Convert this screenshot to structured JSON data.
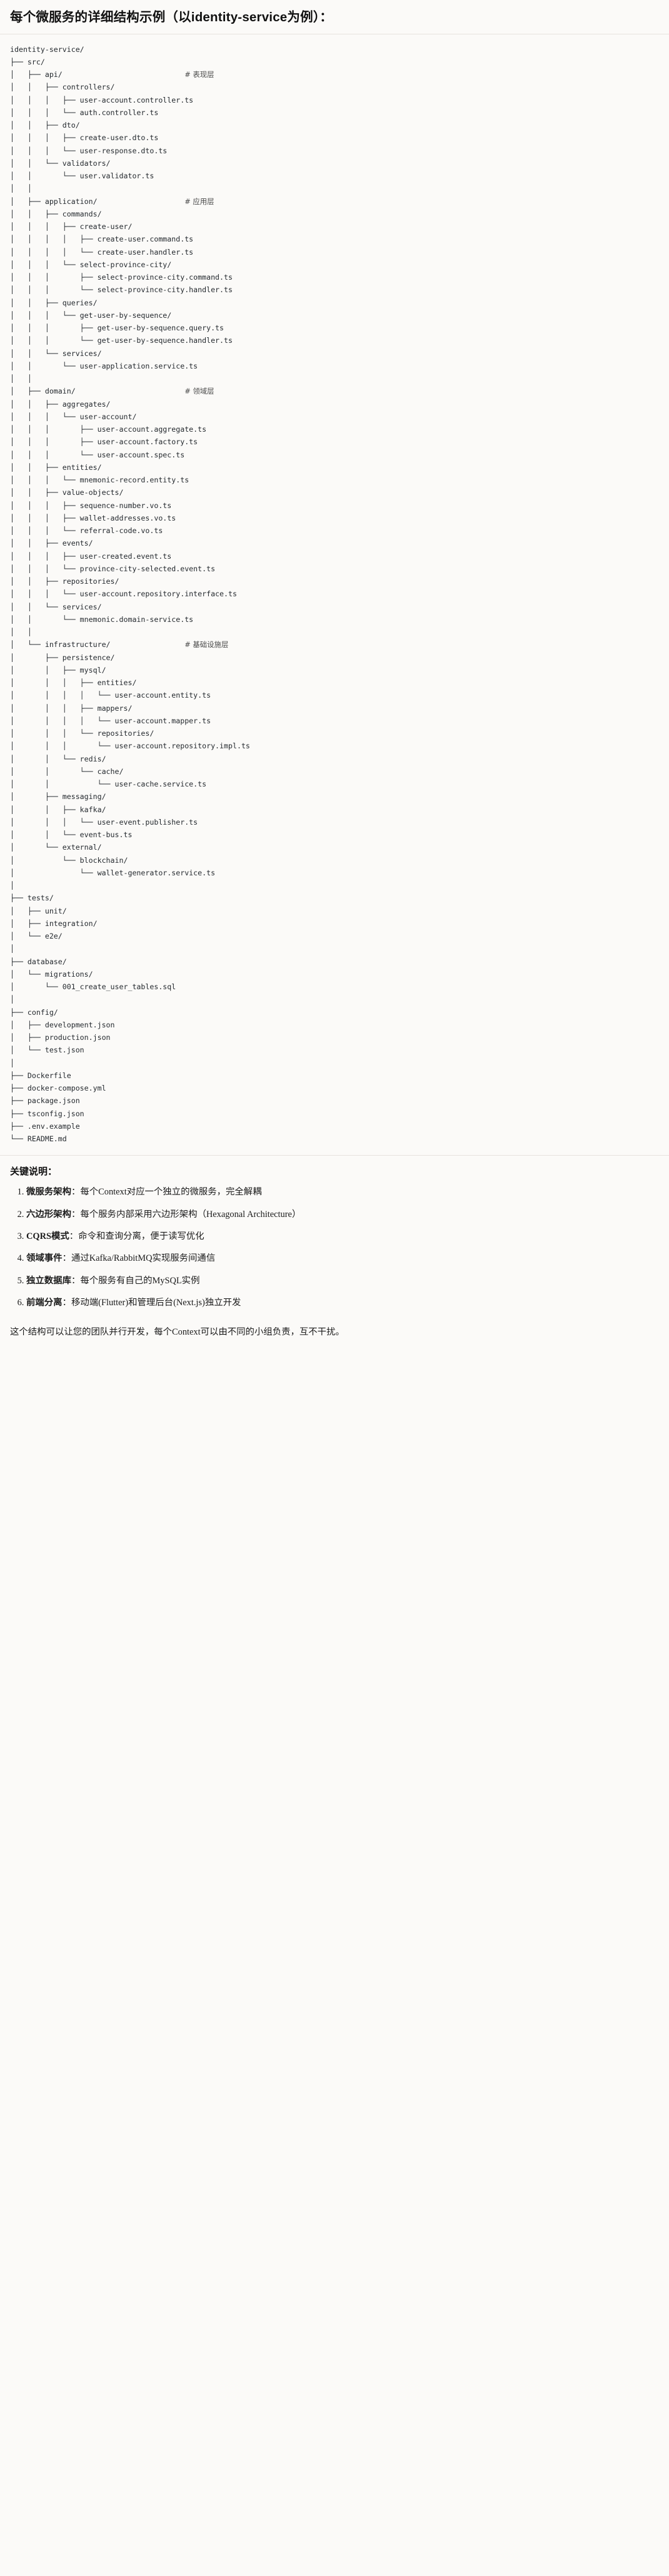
{
  "heading": {
    "text": "每个微服务的详细结构示例（以identity-service为例）："
  },
  "tree": {
    "root": "identity-service/",
    "lines": [
      {
        "text": "identity-service/",
        "comment": ""
      },
      {
        "text": "├── src/",
        "comment": ""
      },
      {
        "text": "│   ├── api/",
        "comment": "# 表现层"
      },
      {
        "text": "│   │   ├── controllers/",
        "comment": ""
      },
      {
        "text": "│   │   │   ├── user-account.controller.ts",
        "comment": ""
      },
      {
        "text": "│   │   │   └── auth.controller.ts",
        "comment": ""
      },
      {
        "text": "│   │   ├── dto/",
        "comment": ""
      },
      {
        "text": "│   │   │   ├── create-user.dto.ts",
        "comment": ""
      },
      {
        "text": "│   │   │   └── user-response.dto.ts",
        "comment": ""
      },
      {
        "text": "│   │   └── validators/",
        "comment": ""
      },
      {
        "text": "│   │       └── user.validator.ts",
        "comment": ""
      },
      {
        "text": "│   │",
        "comment": ""
      },
      {
        "text": "│   ├── application/",
        "comment": "# 应用层"
      },
      {
        "text": "│   │   ├── commands/",
        "comment": ""
      },
      {
        "text": "│   │   │   ├── create-user/",
        "comment": ""
      },
      {
        "text": "│   │   │   │   ├── create-user.command.ts",
        "comment": ""
      },
      {
        "text": "│   │   │   │   └── create-user.handler.ts",
        "comment": ""
      },
      {
        "text": "│   │   │   └── select-province-city/",
        "comment": ""
      },
      {
        "text": "│   │   │       ├── select-province-city.command.ts",
        "comment": ""
      },
      {
        "text": "│   │   │       └── select-province-city.handler.ts",
        "comment": ""
      },
      {
        "text": "│   │   ├── queries/",
        "comment": ""
      },
      {
        "text": "│   │   │   └── get-user-by-sequence/",
        "comment": ""
      },
      {
        "text": "│   │   │       ├── get-user-by-sequence.query.ts",
        "comment": ""
      },
      {
        "text": "│   │   │       └── get-user-by-sequence.handler.ts",
        "comment": ""
      },
      {
        "text": "│   │   └── services/",
        "comment": ""
      },
      {
        "text": "│   │       └── user-application.service.ts",
        "comment": ""
      },
      {
        "text": "│   │",
        "comment": ""
      },
      {
        "text": "│   ├── domain/",
        "comment": "# 领域层"
      },
      {
        "text": "│   │   ├── aggregates/",
        "comment": ""
      },
      {
        "text": "│   │   │   └── user-account/",
        "comment": ""
      },
      {
        "text": "│   │   │       ├── user-account.aggregate.ts",
        "comment": ""
      },
      {
        "text": "│   │   │       ├── user-account.factory.ts",
        "comment": ""
      },
      {
        "text": "│   │   │       └── user-account.spec.ts",
        "comment": ""
      },
      {
        "text": "│   │   ├── entities/",
        "comment": ""
      },
      {
        "text": "│   │   │   └── mnemonic-record.entity.ts",
        "comment": ""
      },
      {
        "text": "│   │   ├── value-objects/",
        "comment": ""
      },
      {
        "text": "│   │   │   ├── sequence-number.vo.ts",
        "comment": ""
      },
      {
        "text": "│   │   │   ├── wallet-addresses.vo.ts",
        "comment": ""
      },
      {
        "text": "│   │   │   └── referral-code.vo.ts",
        "comment": ""
      },
      {
        "text": "│   │   ├── events/",
        "comment": ""
      },
      {
        "text": "│   │   │   ├── user-created.event.ts",
        "comment": ""
      },
      {
        "text": "│   │   │   └── province-city-selected.event.ts",
        "comment": ""
      },
      {
        "text": "│   │   ├── repositories/",
        "comment": ""
      },
      {
        "text": "│   │   │   └── user-account.repository.interface.ts",
        "comment": ""
      },
      {
        "text": "│   │   └── services/",
        "comment": ""
      },
      {
        "text": "│   │       └── mnemonic.domain-service.ts",
        "comment": ""
      },
      {
        "text": "│   │",
        "comment": ""
      },
      {
        "text": "│   └── infrastructure/",
        "comment": "# 基础设施层"
      },
      {
        "text": "│       ├── persistence/",
        "comment": ""
      },
      {
        "text": "│       │   ├── mysql/",
        "comment": ""
      },
      {
        "text": "│       │   │   ├── entities/",
        "comment": ""
      },
      {
        "text": "│       │   │   │   └── user-account.entity.ts",
        "comment": ""
      },
      {
        "text": "│       │   │   ├── mappers/",
        "comment": ""
      },
      {
        "text": "│       │   │   │   └── user-account.mapper.ts",
        "comment": ""
      },
      {
        "text": "│       │   │   └── repositories/",
        "comment": ""
      },
      {
        "text": "│       │   │       └── user-account.repository.impl.ts",
        "comment": ""
      },
      {
        "text": "│       │   └── redis/",
        "comment": ""
      },
      {
        "text": "│       │       └── cache/",
        "comment": ""
      },
      {
        "text": "│       │           └── user-cache.service.ts",
        "comment": ""
      },
      {
        "text": "│       ├── messaging/",
        "comment": ""
      },
      {
        "text": "│       │   ├── kafka/",
        "comment": ""
      },
      {
        "text": "│       │   │   └── user-event.publisher.ts",
        "comment": ""
      },
      {
        "text": "│       │   └── event-bus.ts",
        "comment": ""
      },
      {
        "text": "│       └── external/",
        "comment": ""
      },
      {
        "text": "│           └── blockchain/",
        "comment": ""
      },
      {
        "text": "│               └── wallet-generator.service.ts",
        "comment": ""
      },
      {
        "text": "│",
        "comment": ""
      },
      {
        "text": "├── tests/",
        "comment": ""
      },
      {
        "text": "│   ├── unit/",
        "comment": ""
      },
      {
        "text": "│   ├── integration/",
        "comment": ""
      },
      {
        "text": "│   └── e2e/",
        "comment": ""
      },
      {
        "text": "│",
        "comment": ""
      },
      {
        "text": "├── database/",
        "comment": ""
      },
      {
        "text": "│   └── migrations/",
        "comment": ""
      },
      {
        "text": "│       └── 001_create_user_tables.sql",
        "comment": ""
      },
      {
        "text": "│",
        "comment": ""
      },
      {
        "text": "├── config/",
        "comment": ""
      },
      {
        "text": "│   ├── development.json",
        "comment": ""
      },
      {
        "text": "│   ├── production.json",
        "comment": ""
      },
      {
        "text": "│   └── test.json",
        "comment": ""
      },
      {
        "text": "│",
        "comment": ""
      },
      {
        "text": "├── Dockerfile",
        "comment": ""
      },
      {
        "text": "├── docker-compose.yml",
        "comment": ""
      },
      {
        "text": "├── package.json",
        "comment": ""
      },
      {
        "text": "├── tsconfig.json",
        "comment": ""
      },
      {
        "text": "├── .env.example",
        "comment": ""
      },
      {
        "text": "└── README.md",
        "comment": ""
      }
    ]
  },
  "notes": {
    "title": "关键说明：",
    "items": [
      {
        "term": "微服务架构",
        "sep": "：",
        "desc": "每个Context对应一个独立的微服务，完全解耦"
      },
      {
        "term": "六边形架构",
        "sep": "：",
        "desc": "每个服务内部采用六边形架构（Hexagonal Architecture）"
      },
      {
        "term": "CQRS模式",
        "sep": "：",
        "desc": "命令和查询分离，便于读写优化"
      },
      {
        "term": "领域事件",
        "sep": "：",
        "desc": "通过Kafka/RabbitMQ实现服务间通信"
      },
      {
        "term": "独立数据库",
        "sep": "：",
        "desc": "每个服务有自己的MySQL实例"
      },
      {
        "term": "前端分离",
        "sep": "：",
        "desc": "移动端(Flutter)和管理后台(Next.js)独立开发"
      }
    ],
    "closing": "这个结构可以让您的团队并行开发，每个Context可以由不同的小组负责，互不干扰。"
  },
  "colors": {
    "page_bg": "#fbfaf8",
    "text": "#1b1b1b",
    "code_text": "#24292e",
    "comment_text": "#4a4a4a",
    "divider": "#e6e3de"
  }
}
